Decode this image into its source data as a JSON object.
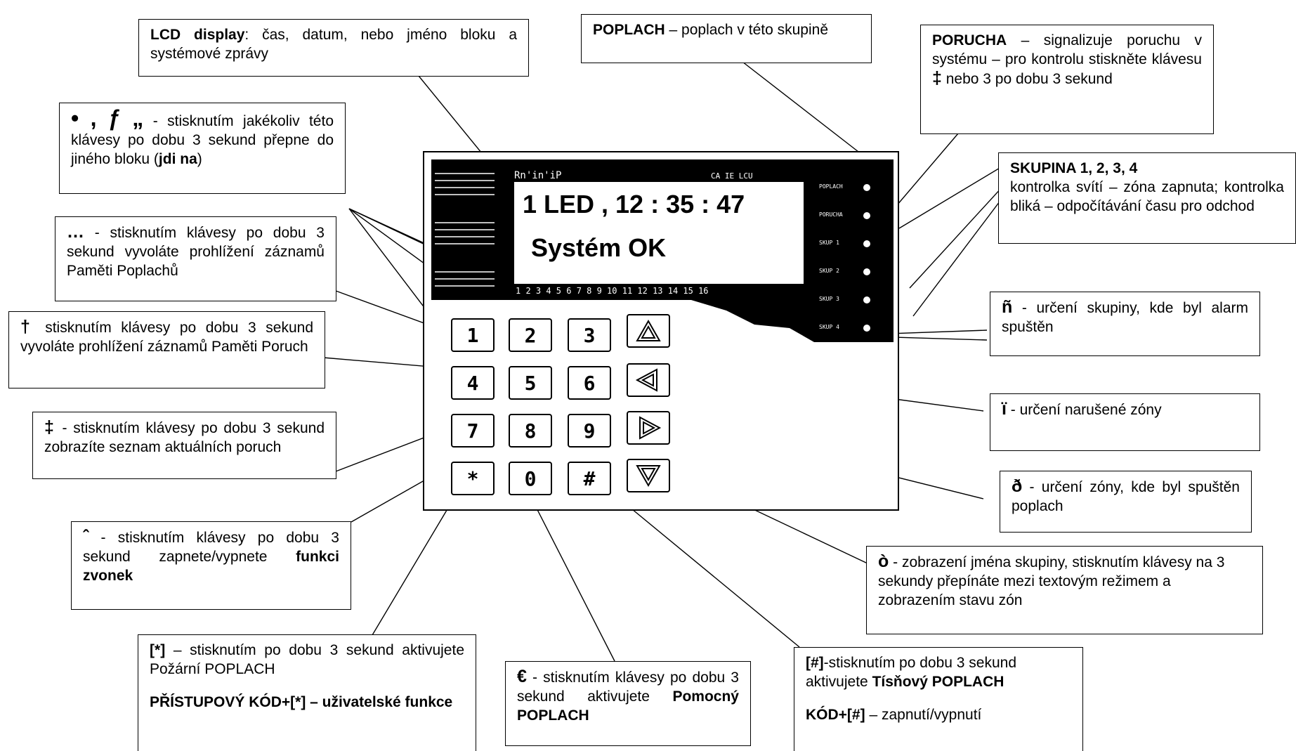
{
  "lcd": {
    "line1": "1 LED ,  12 : 35 : 47",
    "line2": "Systém OK",
    "top_left_label": "Rn'in'iP",
    "top_center_label": "CA IE LCU",
    "numbers": "1  2  3  4  5  6  7  8  9  10 11 12 13 14 15 16",
    "led_labels": [
      "POPLACH",
      "PORUCHA",
      "SKUP 1",
      "SKUP 2",
      "SKUP 3",
      "SKUP 4"
    ]
  },
  "keys": {
    "k1": "1",
    "k2": "2",
    "k3": "3",
    "k4": "4",
    "k5": "5",
    "k6": "6",
    "k7": "7",
    "k8": "8",
    "k9": "9",
    "kstar": "*",
    "k0": "0",
    "khash": "#"
  },
  "callouts": {
    "lcd_display": {
      "bold": "LCD display",
      "text": ": čas, datum, nebo jméno bloku a systémové zprávy"
    },
    "poplach": {
      "bold": "POPLACH",
      "text": " – poplach v této skupině"
    },
    "porucha": {
      "bold": "PORUCHA",
      "text1": " – signalizuje poruchu v systému – pro kontrolu stiskněte klávesu ",
      "sym": "‡",
      "text2": " nebo 3 po dobu 3 sekund"
    },
    "goto": {
      "sym": "• , ƒ „",
      "text1": " - stisknutím jakékoliv této klávesy po dobu 3 sekund přepne do jiného bloku (",
      "bold": "jdi na",
      "text2": ")"
    },
    "alarm_memory": {
      "sym": "…",
      "text": " - stisknutím klávesy po dobu 3 sekund vyvoláte prohlížení záznamů Paměti Poplachů"
    },
    "fault_memory": {
      "sym": "†",
      "text": " stisknutím klávesy po dobu 3 sekund vyvoláte prohlížení  záznamů Paměti Poruch"
    },
    "fault_list": {
      "sym": "‡",
      "text": " - stisknutím klávesy po dobu 3 sekund zobrazíte seznam aktuálních poruch"
    },
    "chime": {
      "sym": "ˆ",
      "text": " - stisknutím klávesy po dobu 3 sekund zapnete/vypnete ",
      "bold": "funkci zvonek"
    },
    "skupina": {
      "bold": "SKUPINA  1, 2, 3, 4",
      "text": "kontrolka svítí – zóna zapnuta; kontrolka bliká – odpočítávání času pro odchod"
    },
    "group_alarm": {
      "sym": "ñ",
      "text": " - určení skupiny, kde byl alarm spuštěn"
    },
    "zone_violated": {
      "sym": "ï",
      "text": "  - určení narušené zóny"
    },
    "zone_alarm": {
      "sym": "ð",
      "text": " - určení zóny, kde byl spuštěn poplach"
    },
    "group_name": {
      "sym": "ò",
      "text": " - zobrazení jména skupiny, stisknutím klávesy na 3 sekundy přepínáte mezi textovým režimem a zobrazením stavu zón"
    },
    "fire": {
      "bold1": "[",
      "sym": "*",
      "bold2": "]",
      "text": " – stisknutím po dobu 3 sekund aktivujete Požární POPLACH",
      "bold3": "PŘÍSTUPOVÝ KÓD+[",
      "bold4": "] – uživatelské funkce"
    },
    "aux": {
      "sym": "€",
      "text": " - stisknutím klávesy po dobu 3 sekund aktivujete ",
      "bold": "Pomocný POPLACH"
    },
    "panic": {
      "bold1": "[#]",
      "text1": "-stisknutím po dobu 3 sekund aktivujete ",
      "bold2": "Tísňový POPLACH",
      "bold3": "KÓD+[#]",
      "text2": " – zapnutí/vypnutí"
    }
  }
}
